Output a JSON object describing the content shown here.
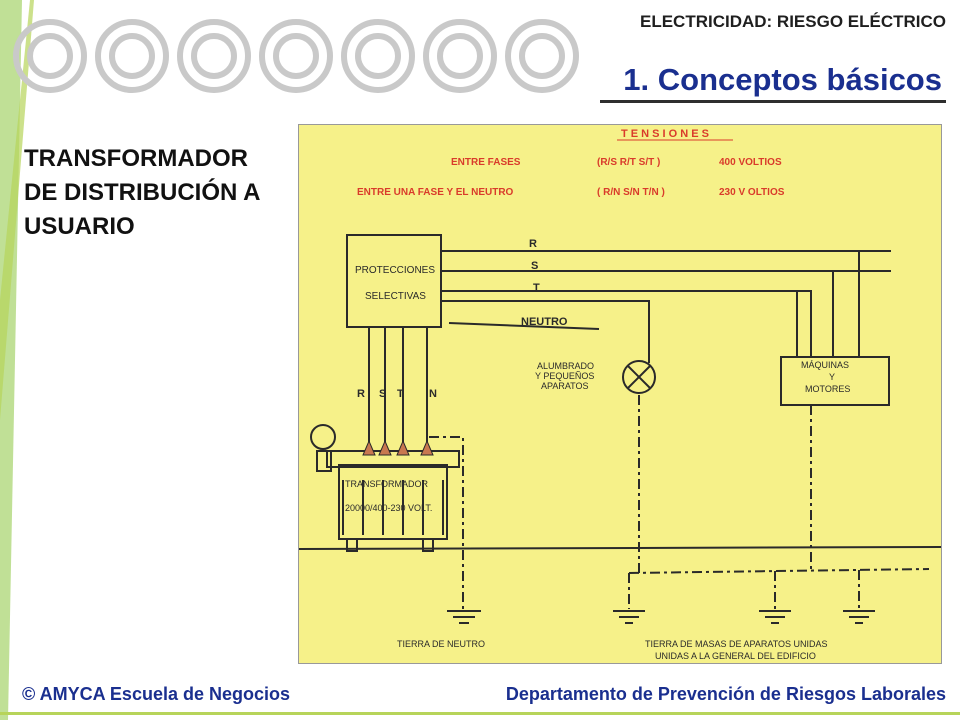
{
  "header": {
    "topic": "ELECTRICIDAD: RIESGO ELÉCTRICO",
    "title": "1. Conceptos básicos"
  },
  "left_heading": {
    "line1": "TRANSFORMADOR",
    "line2": "DE DISTRIBUCIÓN A",
    "line3": "USUARIO"
  },
  "diagram": {
    "tensiones_title": "T E N S I O N E S",
    "row1_label": "ENTRE  FASES",
    "row1_codes": "(R/S   R/T   S/T )",
    "row1_value": "400 VOLTIOS",
    "row2_label": "ENTRE UNA FASE Y EL NEUTRO",
    "row2_codes": "( R/N  S/N  T/N )",
    "row2_value": "230 V OLTIOS",
    "protecciones_1": "PROTECCIONES",
    "protecciones_2": "SELECTIVAS",
    "line_r": "R",
    "line_s": "S",
    "line_t": "T",
    "line_neutro": "NEUTRO",
    "alumbrado_1": "ALUMBRADO",
    "alumbrado_2": "Y PEQUEÑOS",
    "alumbrado_3": "APARATOS",
    "maquinas_1": "MÁQUINAS",
    "maquinas_2": "Y",
    "maquinas_3": "MOTORES",
    "phase_r": "R",
    "phase_s": "S",
    "phase_t": "T",
    "phase_n": "N",
    "transformador": "TRANSFORMADOR",
    "voltage": "20000/400-230 VOLT.",
    "tierra_neutro": "TIERRA DE NEUTRO",
    "tierra_masas_1": "TIERRA DE MASAS DE APARATOS UNIDAS",
    "tierra_masas_2": "UNIDAS A LA GENERAL DEL EDIFICIO"
  },
  "footer": {
    "left": "© AMYCA Escuela de Negocios",
    "right": "Departamento de Prevención de Riesgos Laborales"
  },
  "colors": {
    "title_blue": "#1a2f8f",
    "accent_green": "#8dc63f",
    "diagram_bg": "#f6f189",
    "diagram_red": "#d93b2b"
  }
}
